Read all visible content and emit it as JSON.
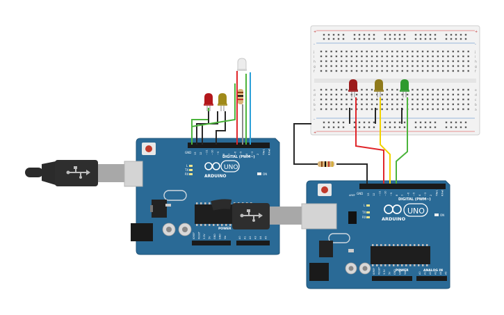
{
  "boards": [
    {
      "id": "left",
      "brand": "ARDUINO",
      "model": "UNO",
      "header_label": "DIGITAL (PWM~)",
      "power_label": "POWER",
      "analog_label": "ANALOG IN",
      "on_label": "ON",
      "tx_label": "TX",
      "rx_label": "RX",
      "l_label": "L",
      "gnd_label": "GND",
      "aref_label": "AREF",
      "pin_labels": [
        "13",
        "12",
        "~11",
        "~10",
        "~9",
        "8",
        "7",
        "~6",
        "~5",
        "4",
        "~3",
        "2",
        "TX▸1",
        "RX◂0"
      ],
      "power_pins": [
        "IOREF",
        "RESET",
        "3.3V",
        "5V",
        "GND",
        "GND",
        "Vin"
      ],
      "analog_pins": [
        "A0",
        "A1",
        "A2",
        "A3",
        "A4",
        "A5"
      ]
    },
    {
      "id": "right",
      "brand": "ARDUINO",
      "model": "UNO",
      "header_label": "DIGITAL (PWM~)",
      "power_label": "POWER",
      "analog_label": "ANALOG IN",
      "on_label": "ON",
      "tx_label": "TX",
      "rx_label": "RX",
      "l_label": "L",
      "gnd_label": "GND",
      "aref_label": "AREF",
      "pin_labels": [
        "13",
        "12",
        "~11",
        "~10",
        "~9",
        "8",
        "7",
        "~6",
        "~5",
        "4",
        "~3",
        "2",
        "TX▸1",
        "RX◂0"
      ],
      "power_pins": [
        "IOREF",
        "RESET",
        "3.3V",
        "5V",
        "GND",
        "GND",
        "Vin"
      ],
      "analog_pins": [
        "A0",
        "A1",
        "A2",
        "A3",
        "A4",
        "A5"
      ]
    }
  ],
  "leds_left": [
    {
      "color": "red",
      "hex": "#b3171b"
    },
    {
      "color": "yellow",
      "hex": "#a08a1a"
    }
  ],
  "rgb_led": {
    "type": "rgb",
    "hex": "#e8e8e8"
  },
  "leds_breadboard": [
    {
      "color": "red",
      "hex": "#9c1a1a"
    },
    {
      "color": "yellow",
      "hex": "#8f7a1c"
    },
    {
      "color": "green",
      "hex": "#2f9a2f"
    }
  ],
  "breadboard": {
    "row_letters_top": [
      "j",
      "i",
      "h",
      "g",
      "f"
    ],
    "row_letters_bottom": [
      "e",
      "d",
      "c",
      "b",
      "a"
    ],
    "rail_plus": "+",
    "rail_minus": "-"
  },
  "wire_colors": {
    "red": "#e0252a",
    "yellow": "#f1d200",
    "green": "#4bb43b",
    "black": "#262626",
    "blue": "#2a9fd8",
    "gray": "#8c8c8c"
  },
  "colors": {
    "board": "#2a6a96",
    "board_edge": "#1f5478",
    "usb_cable": "#2b2b2b",
    "usb_metal": "#c8c8c8"
  }
}
